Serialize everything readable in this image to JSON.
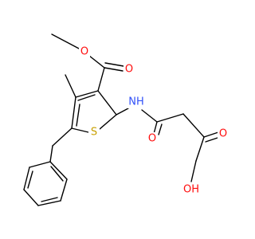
{
  "molecule": {
    "atoms": [
      {
        "id": "o_ester_single",
        "text": "O",
        "color": "#ff0d0d"
      },
      {
        "id": "o_ester_carbonyl",
        "text": "O",
        "color": "#ff0d0d"
      },
      {
        "id": "nh_amide",
        "text": "NH",
        "color": "#3050f8"
      },
      {
        "id": "s_thiophene",
        "text": "S",
        "color": "#c8a000"
      },
      {
        "id": "o_amide",
        "text": "O",
        "color": "#ff0d0d"
      },
      {
        "id": "o_acid_carbonyl",
        "text": "O",
        "color": "#ff0d0d"
      },
      {
        "id": "oh_acid",
        "text": "OH",
        "color": "#ff0d0d"
      }
    ],
    "bond_color": "#000000",
    "background": "#ffffff"
  }
}
